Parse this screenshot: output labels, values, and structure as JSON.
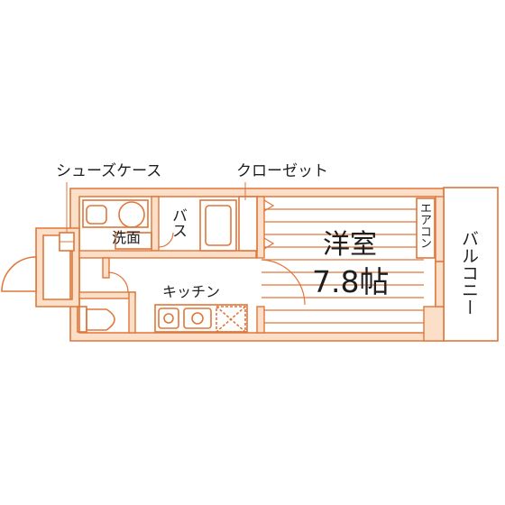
{
  "colors": {
    "wall_fill": "#fcdfc9",
    "wall_stroke": "#e0763a",
    "floor_line": "#e0763a",
    "text": "#1e1e1e"
  },
  "labels": {
    "shoes_case": "シューズケース",
    "closet": "クローゼット",
    "washroom": "洗面",
    "bath": "バス",
    "kitchen": "キッチン",
    "room_name": "洋室",
    "room_size": "7.8帖",
    "aircon": "エアコン",
    "balcony": "バルコニー"
  }
}
